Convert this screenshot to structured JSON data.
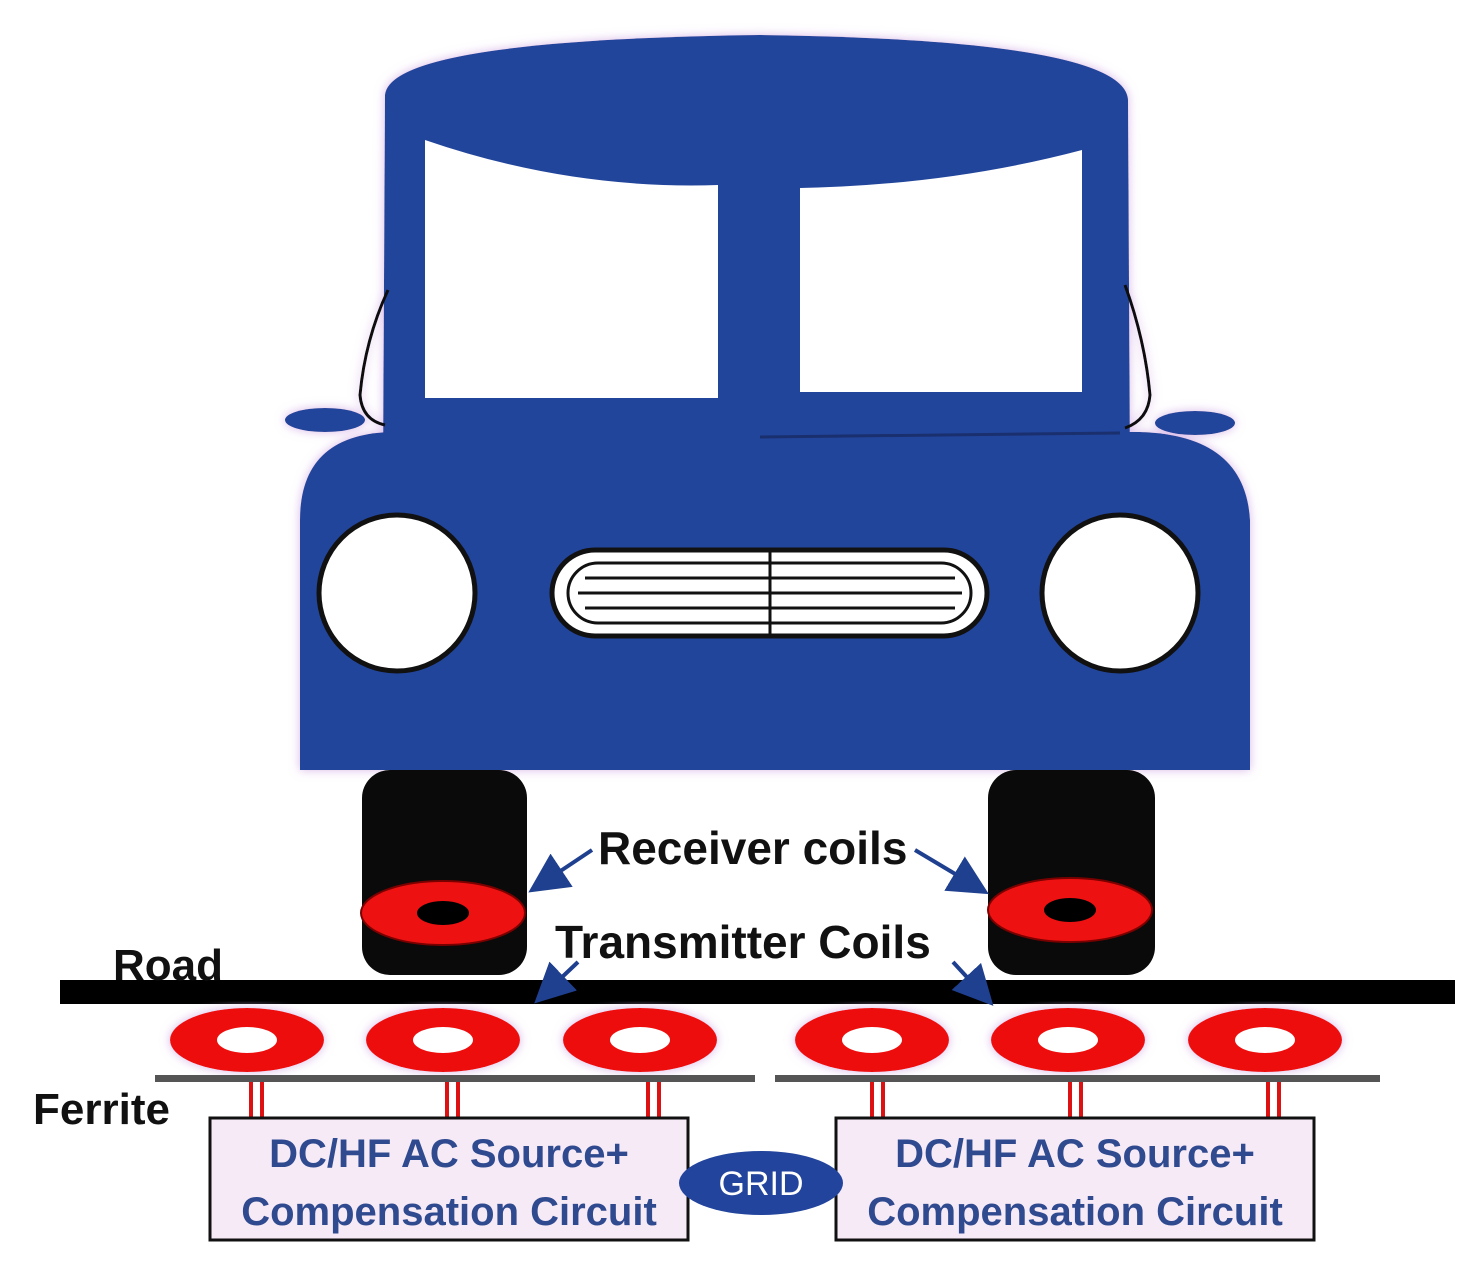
{
  "labels": {
    "receiver_coils": "Receiver coils",
    "transmitter_coils": "Transmitter Coils",
    "road": "Road",
    "ferrite": "Ferrite",
    "grid": "GRID"
  },
  "source_boxes": [
    {
      "line1": "DC/HF AC Source+",
      "line2": "Compensation Circuit"
    },
    {
      "line1": "DC/HF AC Source+",
      "line2": "Compensation Circuit"
    }
  ],
  "colors": {
    "car_body": "#22449c",
    "coil": "#ee1111",
    "road": "#000000",
    "box_fill": "#f7eaf7",
    "grid_fill": "#22449c",
    "label": "#111111",
    "box_text": "#2f4a8f"
  }
}
